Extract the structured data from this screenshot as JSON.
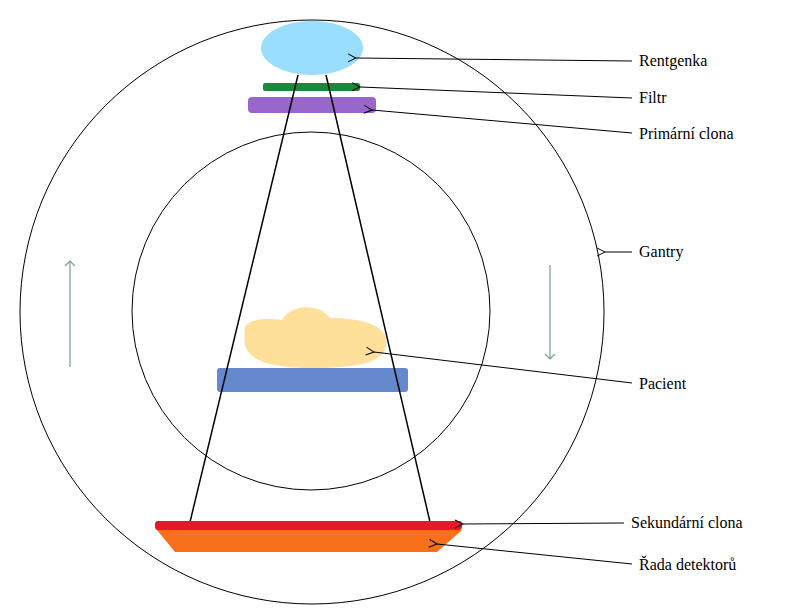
{
  "diagram": {
    "labels": [
      "Rentgenka",
      "Filtr",
      "Primární clona",
      "Gantry",
      "Pacient",
      "Sekundární clona",
      "Řada detektorů"
    ]
  }
}
